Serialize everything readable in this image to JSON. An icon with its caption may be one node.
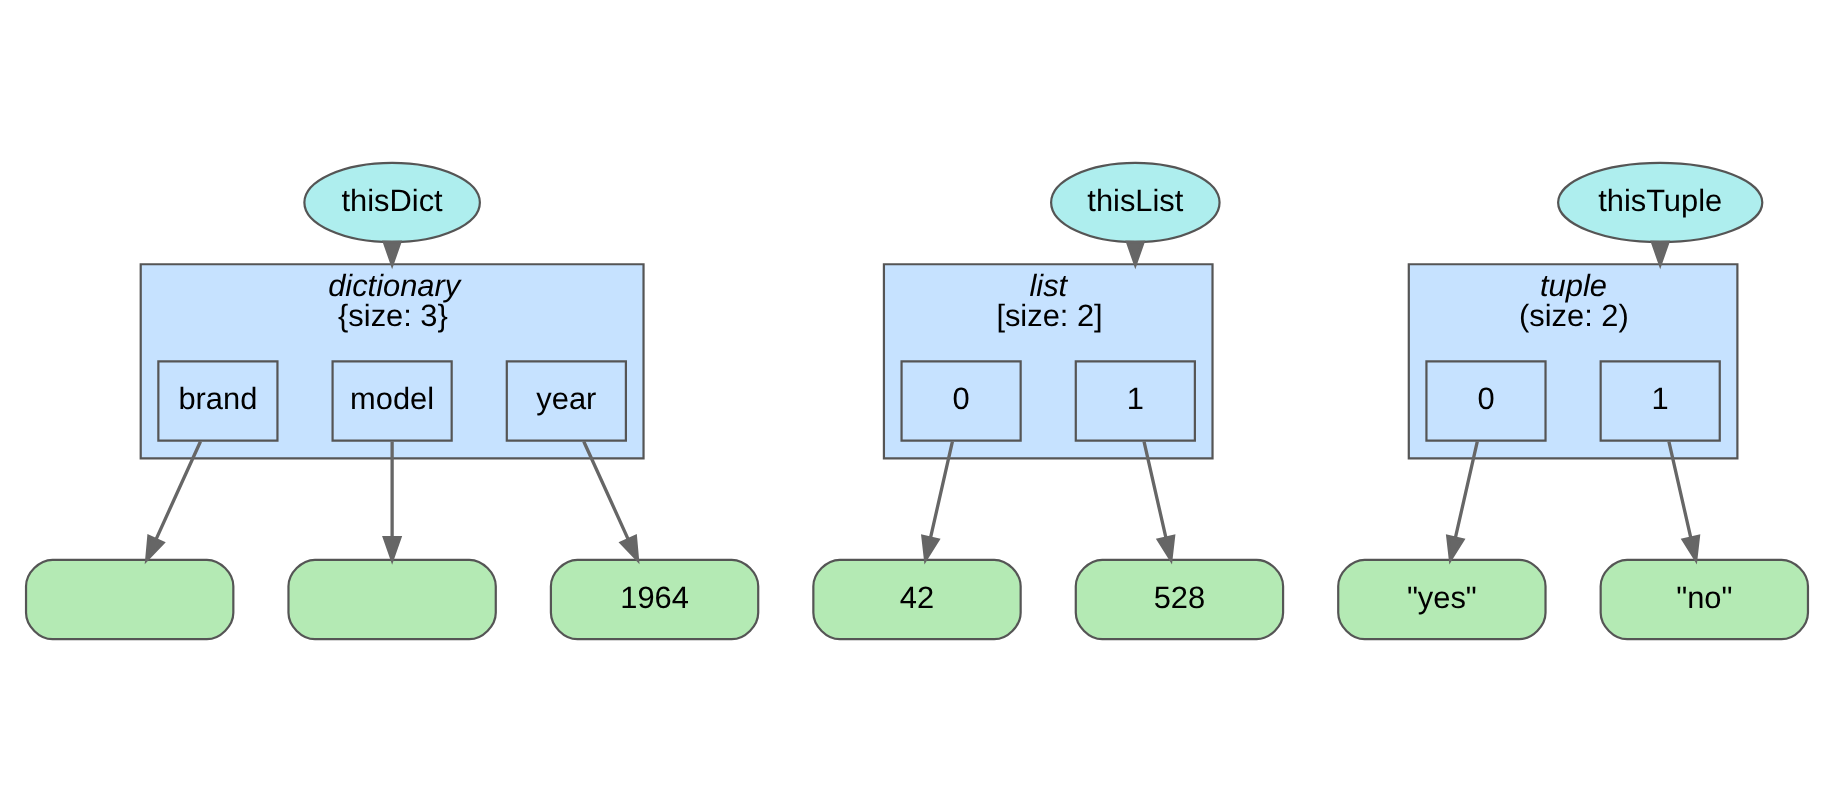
{
  "diagram": {
    "nodes": [
      {
        "text": [
          "thisDict"
        ]
      },
      {
        "text": [
          "dictionary",
          "{size: 3}"
        ]
      },
      {
        "text": [
          "brand"
        ],
        "in": 1
      },
      {
        "text": [
          "model"
        ],
        "in": 1
      },
      {
        "text": [
          "year"
        ],
        "in": 1
      },
      {
        "text": [],
        "shape": "box"
      },
      {
        "text": [],
        "shape": "box"
      },
      {
        "text": [
          "1964"
        ]
      },
      {
        "text": [
          "thisList"
        ]
      },
      {
        "text": [
          "list",
          "[size: 2]"
        ]
      },
      {
        "text": [
          "0"
        ],
        "in": 9
      },
      {
        "text": [
          "1"
        ],
        "in": 9
      },
      {
        "text": [
          "42"
        ]
      },
      {
        "text": [
          "528"
        ]
      },
      {
        "text": [
          "thisTuple"
        ]
      },
      {
        "text": [
          "tuple",
          "(size: 2)"
        ]
      },
      {
        "text": [
          "0"
        ],
        "in": 15
      },
      {
        "text": [
          "1"
        ],
        "in": 15
      },
      {
        "text": [
          "\"yes\""
        ]
      },
      {
        "text": [
          "\"no\""
        ]
      }
    ],
    "edges": [
      {
        "from": 0,
        "to": 1,
        "arrow": "to"
      },
      {
        "from": 2,
        "to": 5,
        "arrow": "to"
      },
      {
        "from": 3,
        "to": 6,
        "arrow": "to"
      },
      {
        "from": 4,
        "to": 7,
        "arrow": "to"
      },
      {
        "from": 8,
        "to": 9,
        "arrow": "to"
      },
      {
        "from": 10,
        "to": 12,
        "arrow": "to"
      },
      {
        "from": 11,
        "to": 13,
        "arrow": "to"
      },
      {
        "from": 14,
        "to": 15,
        "arrow": "to"
      },
      {
        "from": 16,
        "to": 18,
        "arrow": "to"
      },
      {
        "from": 17,
        "to": 19,
        "arrow": "to"
      }
    ]
  }
}
